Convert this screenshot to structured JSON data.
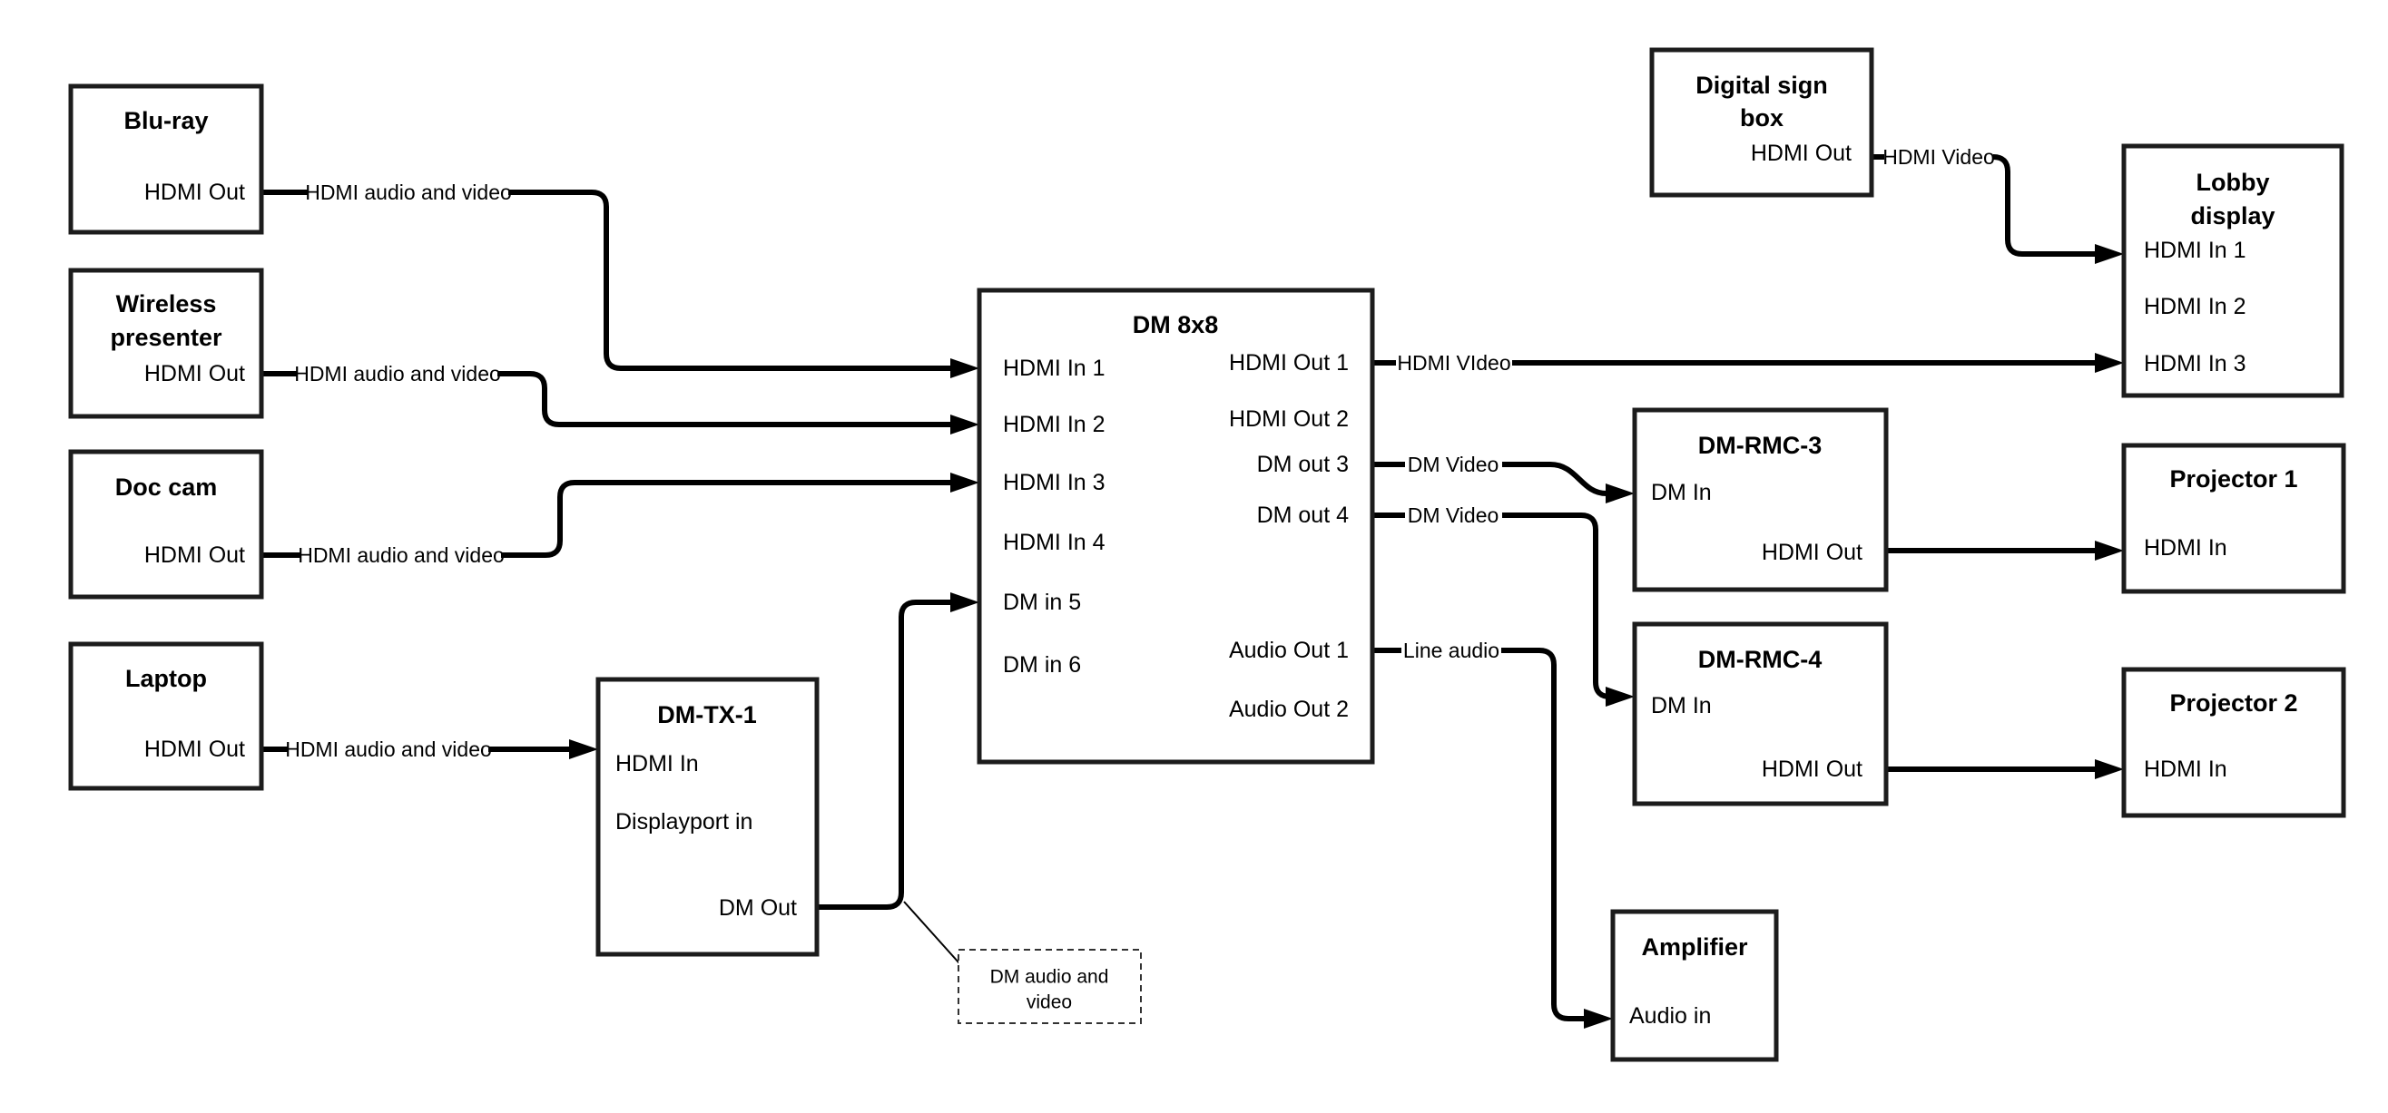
{
  "colors": {
    "background": "#ffffff",
    "line": "#000000",
    "box_border": "#1c1c1c",
    "text": "#000000"
  },
  "nodes": {
    "bluray": {
      "title": "Blu-ray",
      "port_hdmi_out": "HDMI Out"
    },
    "wireless": {
      "title1": "Wireless",
      "title2": "presenter",
      "port_hdmi_out": "HDMI Out"
    },
    "doccam": {
      "title": "Doc cam",
      "port_hdmi_out": "HDMI Out"
    },
    "laptop": {
      "title": "Laptop",
      "port_hdmi_out": "HDMI Out"
    },
    "dmtx1": {
      "title": "DM-TX-1",
      "port_hdmi_in": "HDMI In",
      "port_displayport_in": "Displayport in",
      "port_dm_out": "DM Out"
    },
    "dm8x8": {
      "title": "DM 8x8",
      "port_in1": "HDMI In 1",
      "port_in2": "HDMI In 2",
      "port_in3": "HDMI In 3",
      "port_in4": "HDMI In 4",
      "port_in5": "DM in 5",
      "port_in6": "DM in 6",
      "port_out1": "HDMI Out 1",
      "port_out2": "HDMI Out 2",
      "port_out3": "DM out 3",
      "port_out4": "DM out 4",
      "port_aout1": "Audio Out 1",
      "port_aout2": "Audio Out 2"
    },
    "digital_sign": {
      "title1": "Digital sign",
      "title2": "box",
      "port_hdmi_out": "HDMI Out"
    },
    "lobby": {
      "title1": "Lobby",
      "title2": "display",
      "port_in1": "HDMI In 1",
      "port_in2": "HDMI In 2",
      "port_in3": "HDMI In 3"
    },
    "rmc3": {
      "title": "DM-RMC-3",
      "port_dm_in": "DM In",
      "port_hdmi_out": "HDMI Out"
    },
    "rmc4": {
      "title": "DM-RMC-4",
      "port_dm_in": "DM In",
      "port_hdmi_out": "HDMI Out"
    },
    "proj1": {
      "title": "Projector 1",
      "port_hdmi_in": "HDMI In"
    },
    "proj2": {
      "title": "Projector 2",
      "port_hdmi_in": "HDMI In"
    },
    "amplifier": {
      "title": "Amplifier",
      "port_audio_in": "Audio in"
    }
  },
  "edge_labels": {
    "bluray_to_dm8x8": "HDMI audio and video",
    "wireless_to_dm8x8": "HDMI audio and video",
    "doccam_to_dm8x8": "HDMI audio and video",
    "laptop_to_dmtx1": "HDMI audio and video",
    "dm8x8_out1_to_lobby": "HDMI VIdeo",
    "dm8x8_out3_to_rmc3": "DM Video",
    "dm8x8_out4_to_rmc4": "DM Video",
    "dm8x8_aout1_to_amp": "Line audio",
    "sign_to_lobby": "HDMI Video"
  },
  "callout": {
    "line1": "DM audio and",
    "line2": "video"
  }
}
